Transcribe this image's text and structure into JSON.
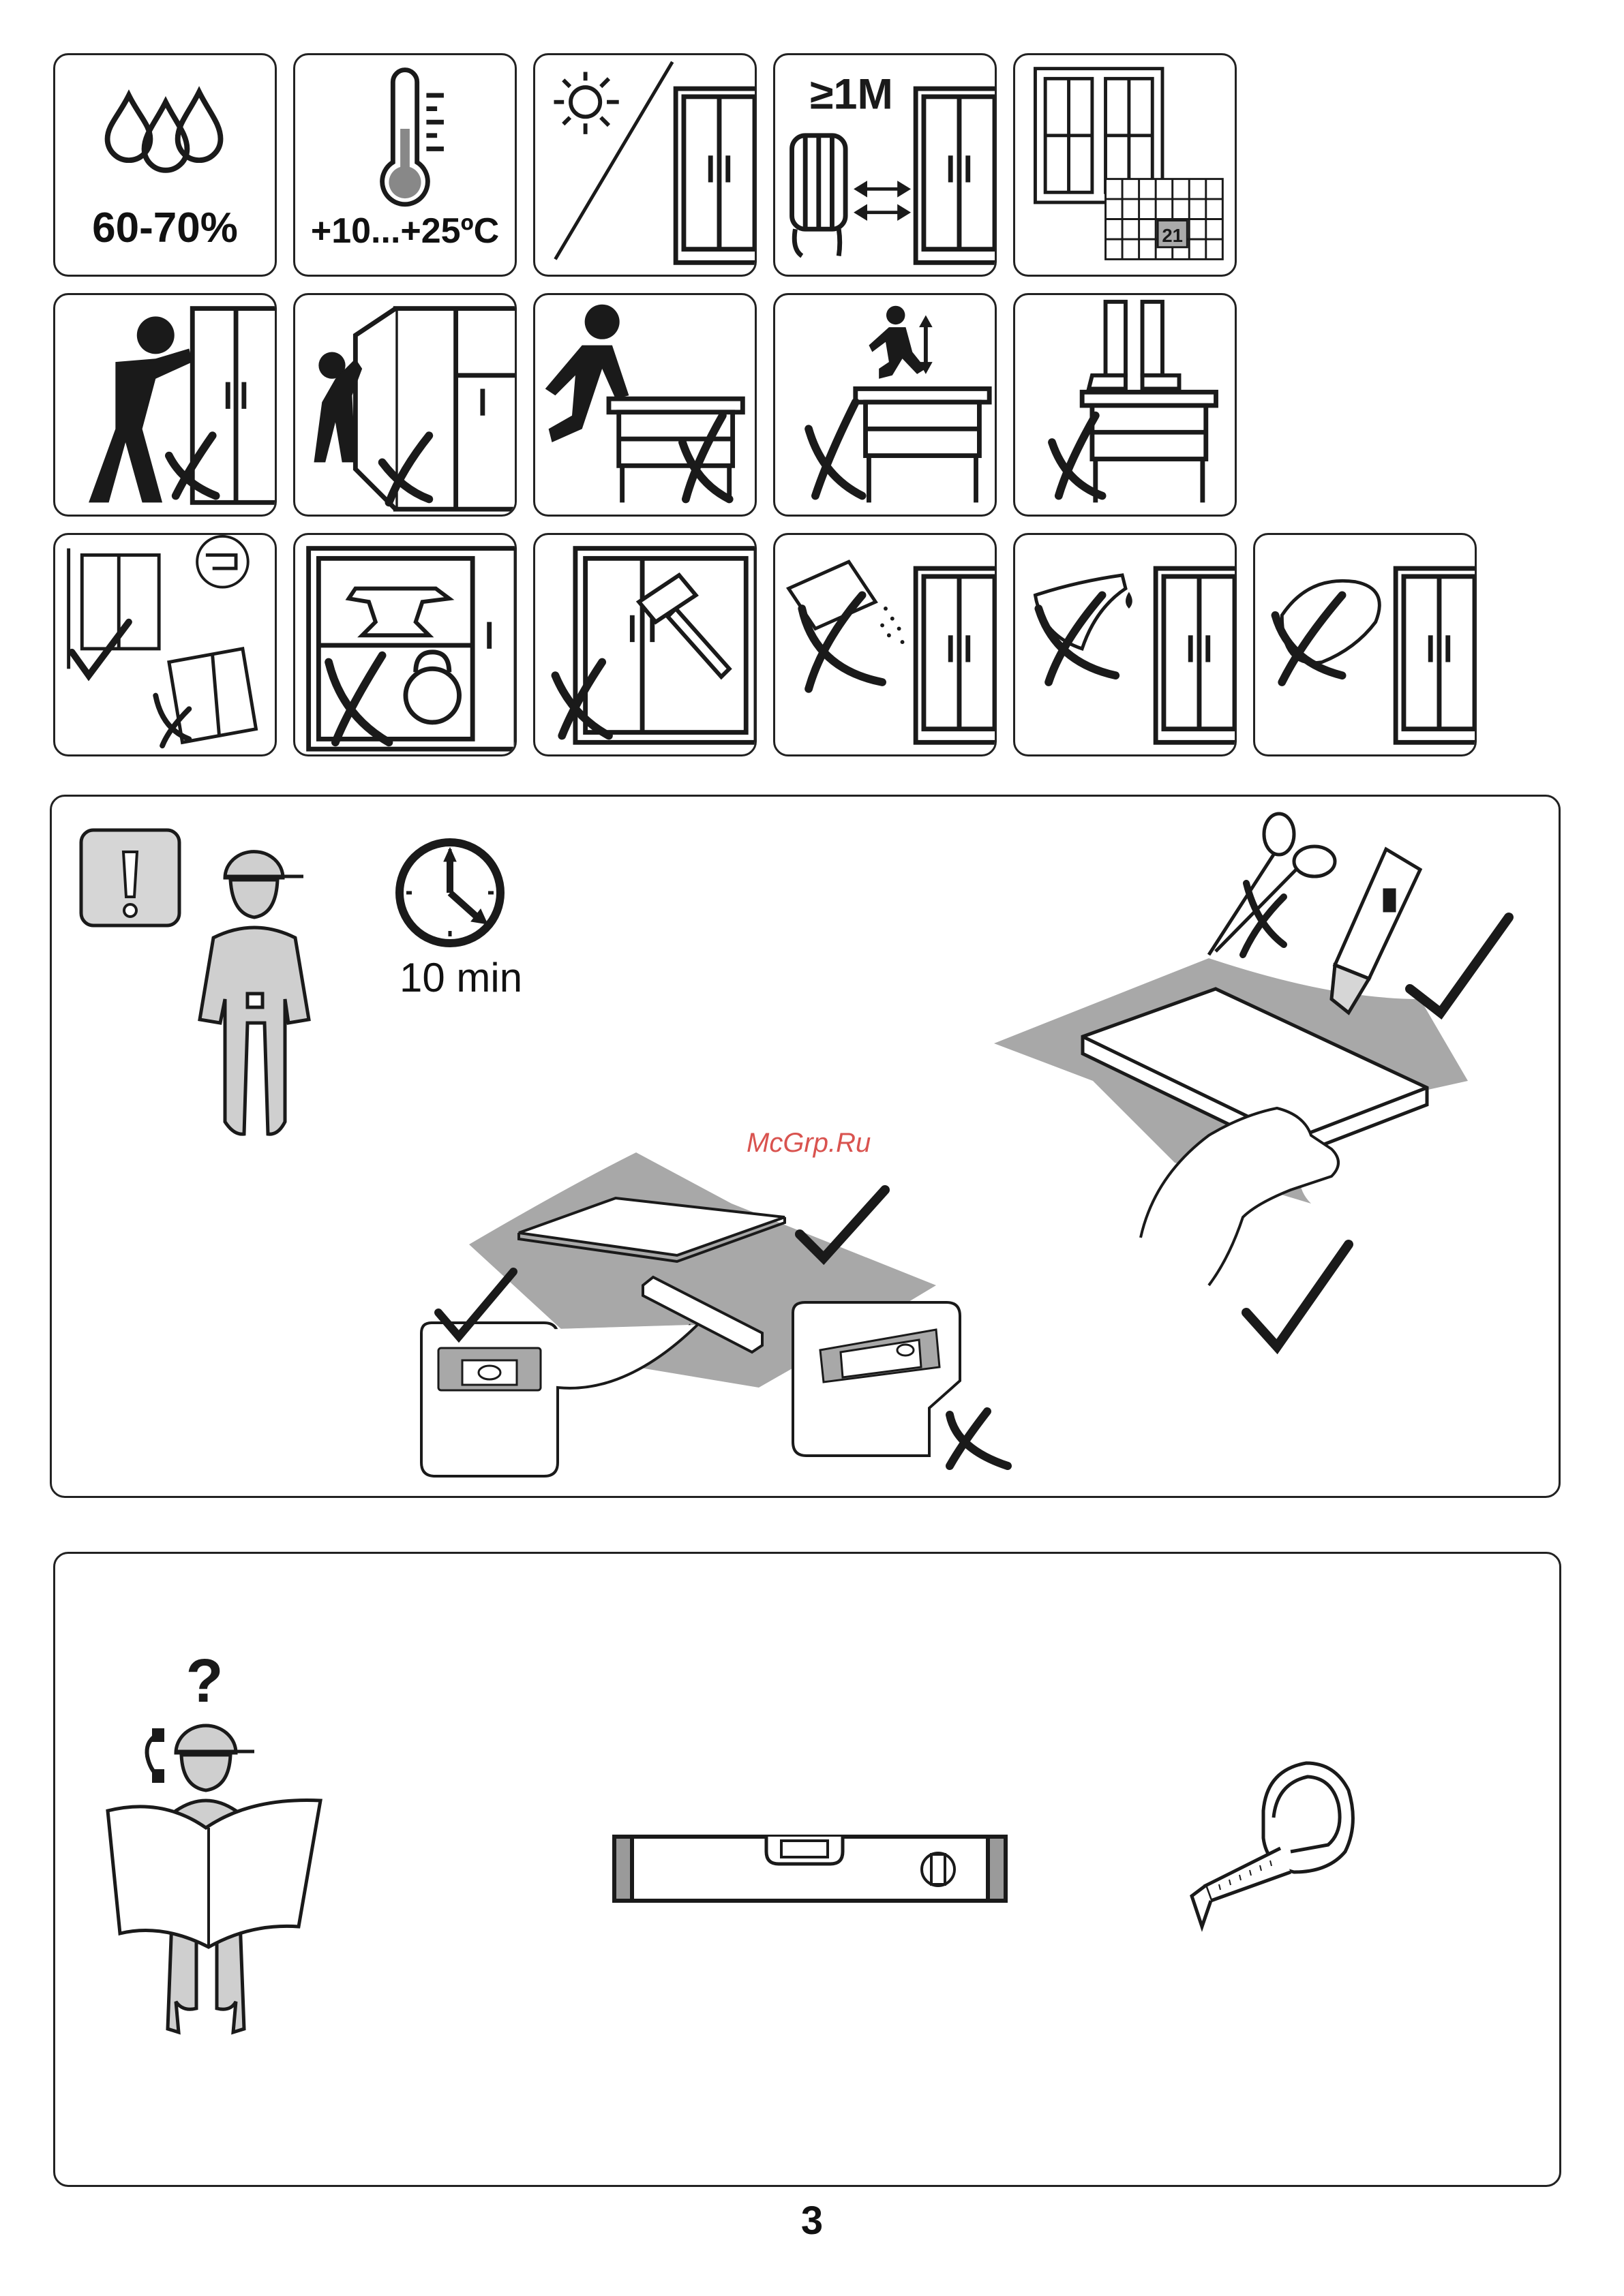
{
  "tiles": {
    "humidity_label": "60-70%",
    "temperature_label": "+10...+25ºC",
    "distance_label": "≥1M",
    "days_label": "21"
  },
  "panel1": {
    "time_label": "10 min",
    "watermark": "McGrp.Ru"
  },
  "footer": {
    "page_number": "3"
  },
  "colors": {
    "line": "#1a1a1a",
    "gray_fill": "#a8a8a8",
    "light_gray": "#d6d6d6",
    "watermark": "#d9534f"
  }
}
